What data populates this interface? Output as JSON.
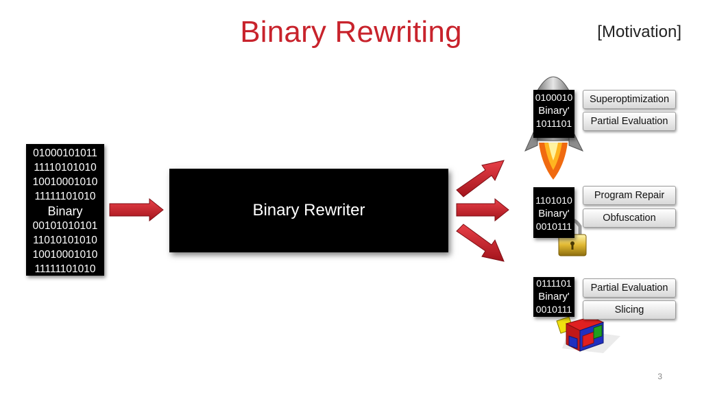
{
  "slide": {
    "title": "Binary Rewriting",
    "subtitle": "[Motivation]",
    "page_number": "3"
  },
  "source_binary": {
    "lines_top": [
      "01000101011",
      "11110101010",
      "10010001010",
      "11111101010"
    ],
    "label": "Binary",
    "lines_bottom": [
      "00101010101",
      "11010101010",
      "10010001010",
      "11111101010"
    ]
  },
  "rewriter": {
    "label": "Binary Rewriter"
  },
  "outputs": [
    {
      "top": "0100010",
      "label": "Binary'",
      "bottom": "1011101",
      "tags": [
        "Superoptimization",
        "Partial Evaluation"
      ],
      "icon": "rocket-icon"
    },
    {
      "top": "1101010",
      "label": "Binary'",
      "bottom": "0010111",
      "tags": [
        "Program Repair",
        "Obfuscation"
      ],
      "icon": "padlock-icon"
    },
    {
      "top": "0111101",
      "label": "Binary'",
      "bottom": "0010111",
      "tags": [
        "Partial Evaluation",
        "Slicing"
      ],
      "icon": "puzzle-cube-icon"
    }
  ],
  "colors": {
    "title": "#c8232c",
    "arrow": "#c8232c",
    "box": "#000000"
  }
}
